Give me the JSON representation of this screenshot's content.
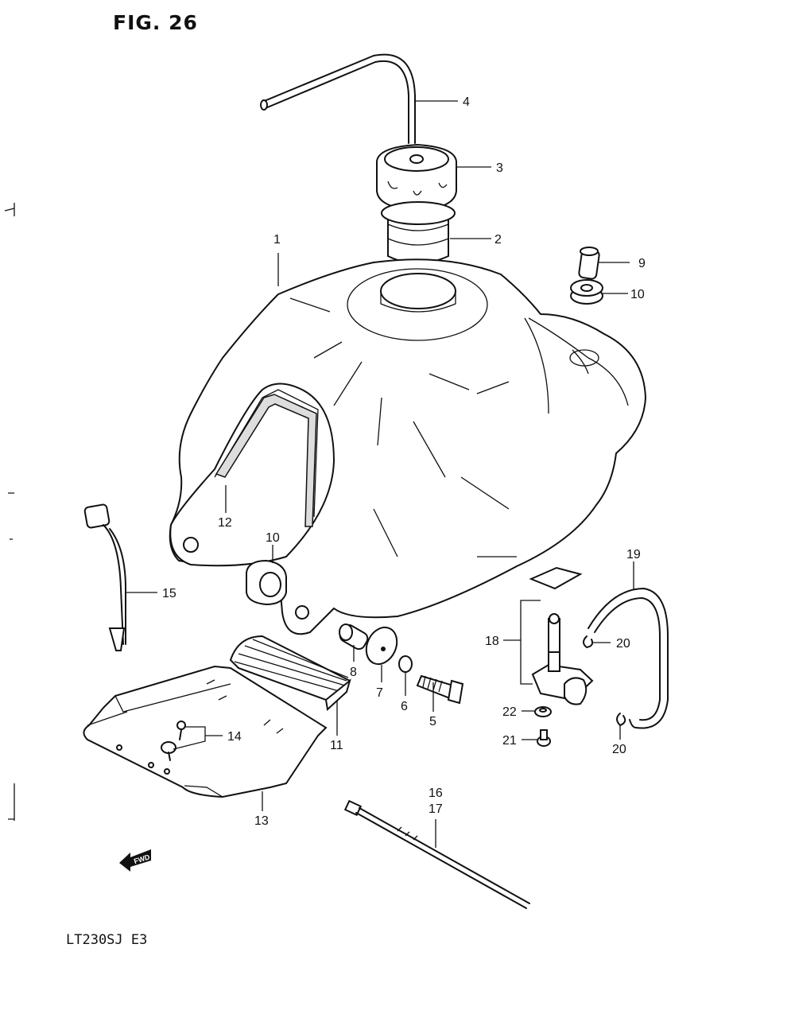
{
  "figure": {
    "title": "FIG. 26",
    "model_code": "LT230SJ  E3",
    "fwd_mark": "FWD"
  },
  "callouts": [
    {
      "id": "c1",
      "text": "1"
    },
    {
      "id": "c2",
      "text": "2"
    },
    {
      "id": "c3",
      "text": "3"
    },
    {
      "id": "c4",
      "text": "4"
    },
    {
      "id": "c5",
      "text": "5"
    },
    {
      "id": "c6",
      "text": "6"
    },
    {
      "id": "c7",
      "text": "7"
    },
    {
      "id": "c8",
      "text": "8"
    },
    {
      "id": "c9",
      "text": "9"
    },
    {
      "id": "c10a",
      "text": "10"
    },
    {
      "id": "c10b",
      "text": "10"
    },
    {
      "id": "c11",
      "text": "11"
    },
    {
      "id": "c12",
      "text": "12"
    },
    {
      "id": "c13",
      "text": "13"
    },
    {
      "id": "c14",
      "text": "14"
    },
    {
      "id": "c15",
      "text": "15"
    },
    {
      "id": "c16",
      "text": "16"
    },
    {
      "id": "c17",
      "text": "17"
    },
    {
      "id": "c18",
      "text": "18"
    },
    {
      "id": "c19",
      "text": "19"
    },
    {
      "id": "c20a",
      "text": "20"
    },
    {
      "id": "c20b",
      "text": "20"
    },
    {
      "id": "c21",
      "text": "21"
    },
    {
      "id": "c22",
      "text": "22"
    }
  ]
}
